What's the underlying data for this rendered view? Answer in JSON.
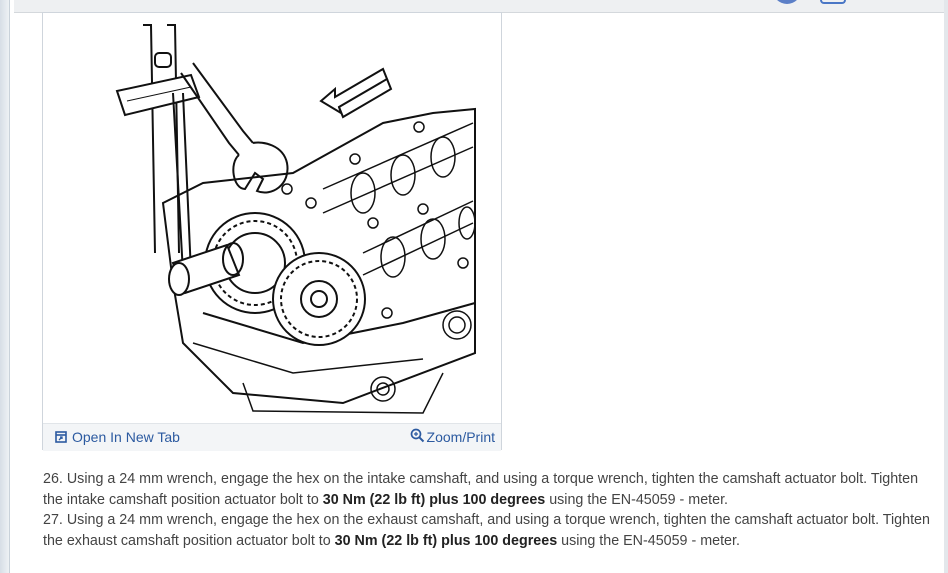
{
  "figure": {
    "open_tab_label": "Open In New Tab",
    "zoom_label": "Zoom/Print"
  },
  "steps": [
    {
      "prefix": "26. Using a 24 mm wrench, engage the hex on the intake camshaft, and using a torque wrench, tighten the camshaft actuator bolt. Tighten the intake camshaft position actuator bolt to ",
      "spec": "30 Nm (22 lb ft) plus 100 degrees",
      "suffix": " using the EN-45059 - meter."
    },
    {
      "prefix": "27. Using a 24 mm wrench, engage the hex on the exhaust camshaft, and using a torque wrench, tighten the camshaft actuator bolt. Tighten the exhaust camshaft position actuator bolt to ",
      "spec": "30 Nm (22 lb ft) plus 100 degrees",
      "suffix": " using the EN-45059 - meter."
    }
  ],
  "icons": {
    "open_tab": "open-in-new-tab-icon",
    "zoom": "magnifier-icon"
  },
  "colors": {
    "link": "#2c5aa0",
    "text": "#444444",
    "footer_bg": "#f3f5f7"
  }
}
